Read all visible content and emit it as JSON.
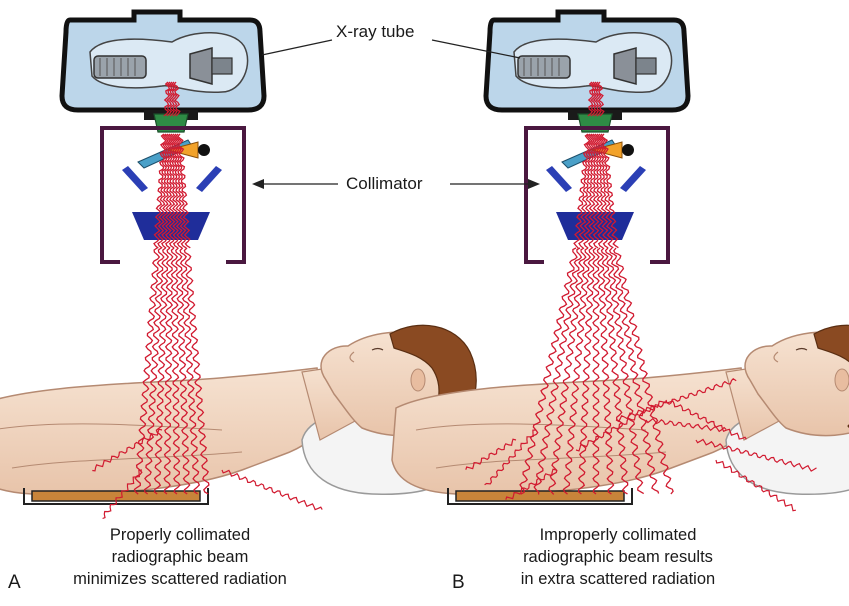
{
  "labels": {
    "xray_tube": "X-ray tube",
    "collimator": "Collimator"
  },
  "panels": [
    {
      "letter": "A",
      "caption": [
        "Properly collimated",
        "radiographic beam",
        "minimizes scattered radiation"
      ]
    },
    {
      "letter": "B",
      "caption": [
        "Improperly collimated",
        "radiographic beam results",
        "in extra scattered radiation"
      ]
    }
  ],
  "colors": {
    "tube_housing": "#bcd6ea",
    "housing_outline": "#111111",
    "collimator_frame": "#4a1840",
    "beam": "#d11a30",
    "filter_blue": "#1f2d9a",
    "shutter_blue": "#2b3fb5",
    "aperture_green": "#2e8b45",
    "skin": "#f2d9c4",
    "skin_outline": "#b58a72",
    "hair": "#8a4a22",
    "film_cassette": "#c8843a",
    "pillow": "#f4f4f4"
  }
}
